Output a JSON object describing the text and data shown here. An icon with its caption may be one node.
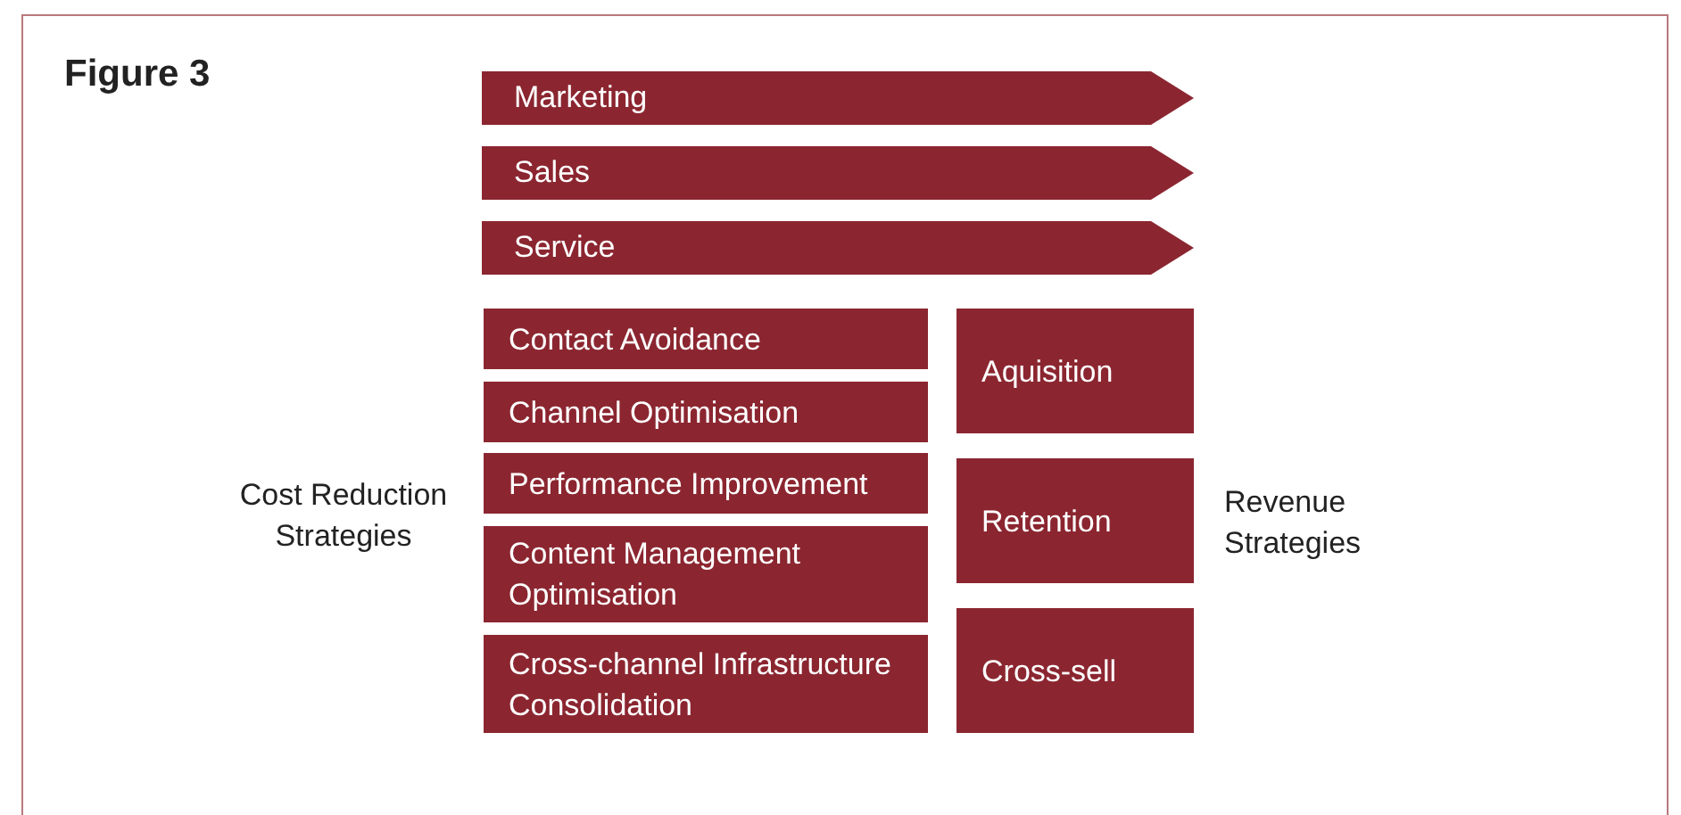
{
  "diagram": {
    "title": "Figure 3",
    "nodes": [
      {
        "text": [
          "Marketing"
        ]
      },
      {
        "text": [
          "Sales"
        ]
      },
      {
        "text": [
          "Service"
        ]
      },
      {
        "text": [
          "Contact Avoidance"
        ]
      },
      {
        "text": [
          "Channel Optimisation"
        ]
      },
      {
        "text": [
          "Performance Improvement"
        ]
      },
      {
        "text": [
          "Content Management Optimisation"
        ]
      },
      {
        "text": [
          "Cross-channel Infrastructure Consolidation"
        ]
      },
      {
        "text": [
          "Aquisition"
        ]
      },
      {
        "text": [
          "Retention"
        ]
      },
      {
        "text": [
          "Cross-sell"
        ]
      }
    ],
    "edges": [],
    "labels": [
      "Cost Reduction Strategies",
      "Revenue Strategies"
    ]
  }
}
